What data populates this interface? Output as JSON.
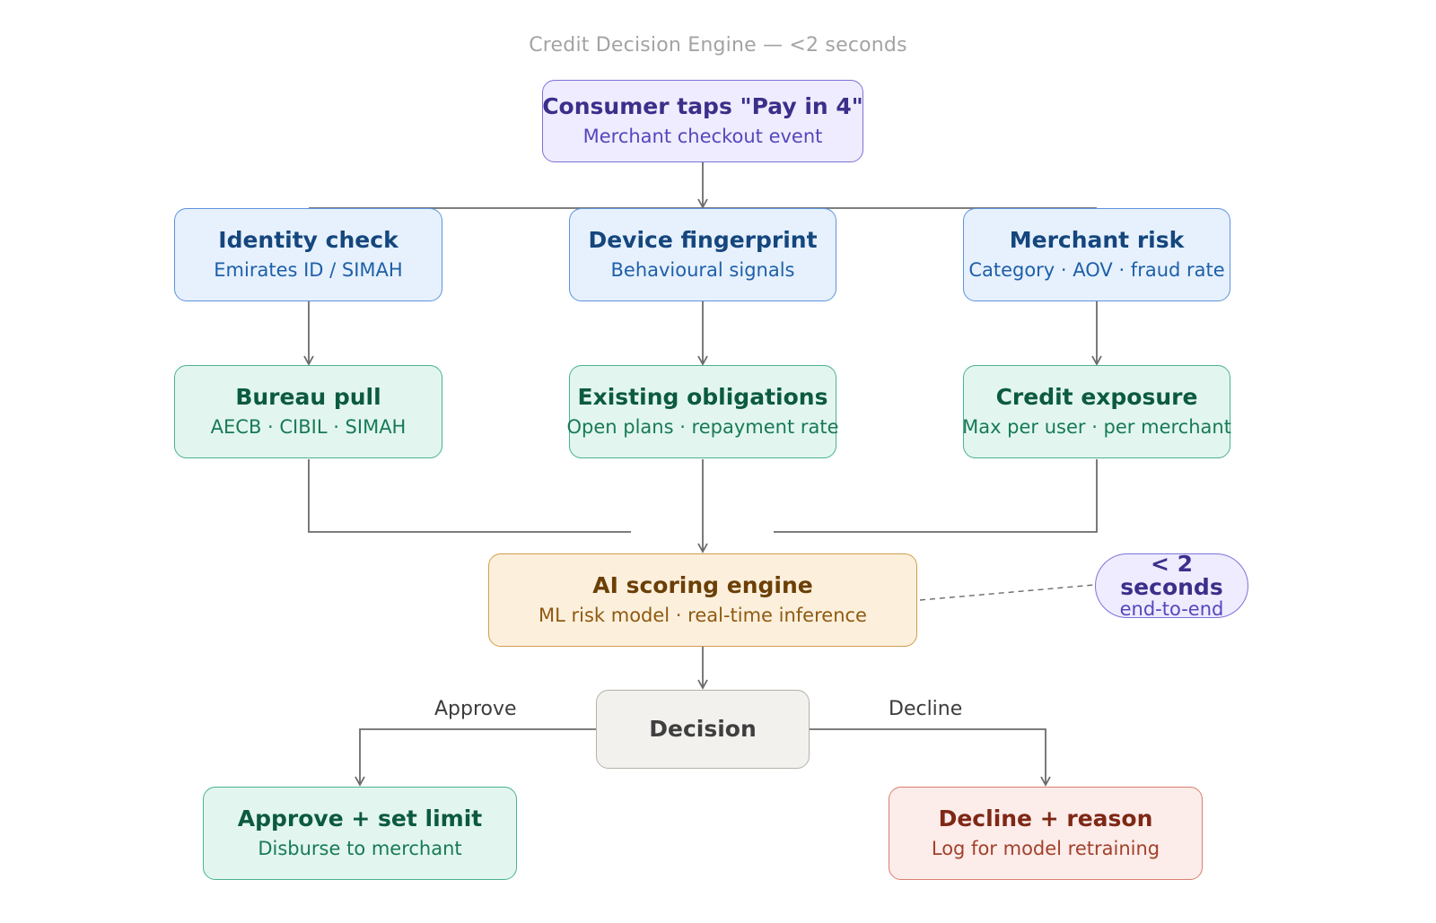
{
  "title": "Credit Decision Engine — <2 seconds",
  "nodes": {
    "trigger": {
      "title": "Consumer taps \"Pay in 4\"",
      "subtitle": "Merchant checkout event"
    },
    "identity": {
      "title": "Identity check",
      "subtitle": "Emirates ID / SIMAH"
    },
    "device": {
      "title": "Device fingerprint",
      "subtitle": "Behavioural signals"
    },
    "merchant": {
      "title": "Merchant risk",
      "subtitle": "Category · AOV · fraud rate"
    },
    "bureau": {
      "title": "Bureau pull",
      "subtitle": "AECB · CIBIL · SIMAH"
    },
    "obligations": {
      "title": "Existing obligations",
      "subtitle": "Open plans · repayment rate"
    },
    "exposure": {
      "title": "Credit exposure",
      "subtitle": "Max per user · per merchant"
    },
    "scoring": {
      "title": "AI scoring engine",
      "subtitle": "ML risk model · real-time inference"
    },
    "decision": {
      "title": "Decision"
    },
    "approve": {
      "title": "Approve + set limit",
      "subtitle": "Disburse to merchant"
    },
    "decline": {
      "title": "Decline + reason",
      "subtitle": "Log for model retraining"
    }
  },
  "callout": {
    "title": "< 2 seconds",
    "subtitle": "end-to-end"
  },
  "edge_labels": {
    "approve": "Approve",
    "decline": "Decline"
  },
  "colors": {
    "connector": "#6b6b6b",
    "trigger": "#eeecfe",
    "signals": "#e6f1fd",
    "data": "#e2f6ef",
    "engine": "#fcf0dc",
    "decision": "#f2f1ed",
    "decline": "#fcecea"
  }
}
